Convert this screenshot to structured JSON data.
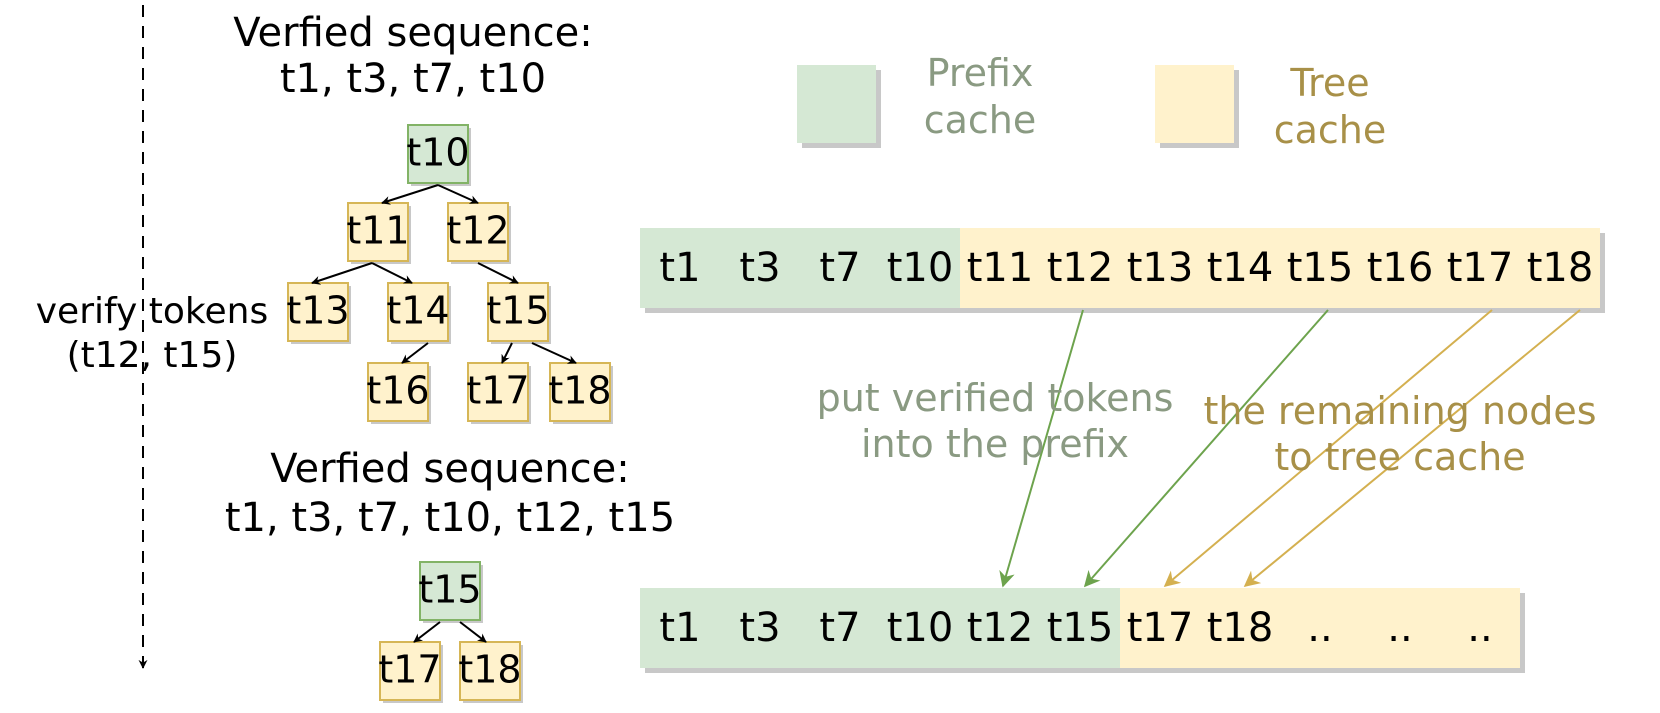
{
  "colors": {
    "prefix_fill": "#d5e8d4",
    "prefix_stroke": "#82b366",
    "tree_fill": "#fff2cc",
    "tree_stroke": "#d6b656",
    "shadow": "#c8c8c8",
    "prefix_text": "#8a9a82",
    "tree_text": "#a89048",
    "green_arrow": "#6da34d",
    "gold_arrow": "#d4b050"
  },
  "timeline_label": [
    "verify tokens",
    "(t12, t15)"
  ],
  "top_title": [
    "Verfied sequence:",
    "t1, t3, t7, t10"
  ],
  "bottom_title": [
    "Verfied sequence:",
    "t1, t3, t7, t10, t12, t15"
  ],
  "legend": {
    "prefix": [
      "Prefix",
      "cache"
    ],
    "tree": [
      "Tree",
      "cache"
    ]
  },
  "annotation_prefix": [
    "put verified tokens",
    "into the prefix"
  ],
  "annotation_tree": [
    "the remaining nodes",
    "to tree cache"
  ],
  "tree1": {
    "root": "t10",
    "level1": [
      "t11",
      "t12"
    ],
    "level2": [
      "t13",
      "t14",
      "t15"
    ],
    "level3": [
      "t16",
      "t17",
      "t18"
    ]
  },
  "tree2": {
    "root": "t15",
    "children": [
      "t17",
      "t18"
    ]
  },
  "cache_before": {
    "prefix": [
      "t1",
      "t3",
      "t7",
      "t10"
    ],
    "tree": [
      "t11",
      "t12",
      "t13",
      "t14",
      "t15",
      "t16",
      "t17",
      "t18"
    ]
  },
  "cache_after": {
    "prefix": [
      "t1",
      "t3",
      "t7",
      "t10",
      "t12",
      "t15"
    ],
    "tree": [
      "t17",
      "t18",
      "..",
      "..",
      ".."
    ]
  }
}
